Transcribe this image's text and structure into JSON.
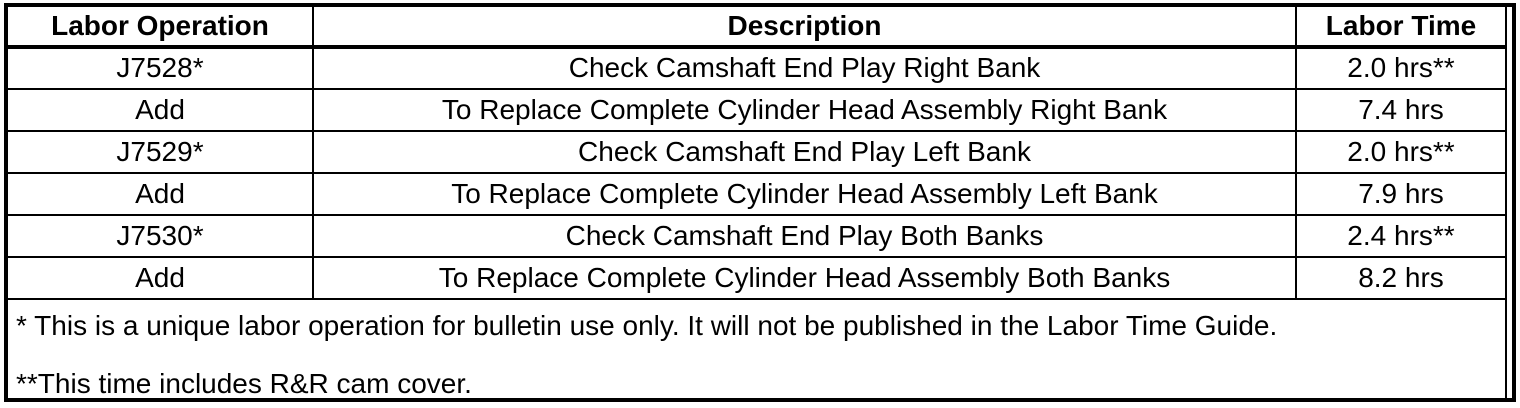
{
  "colors": {
    "border": "#000000",
    "background": "#ffffff",
    "text": "#000000"
  },
  "table": {
    "headers": {
      "labor_operation": "Labor Operation",
      "description": "Description",
      "labor_time": "Labor Time"
    },
    "rows": [
      {
        "labor_operation": "J7528*",
        "description": "Check Camshaft End Play Right Bank",
        "labor_time": "2.0 hrs**"
      },
      {
        "labor_operation": "Add",
        "description": "To Replace Complete Cylinder Head Assembly Right Bank",
        "labor_time": "7.4 hrs"
      },
      {
        "labor_operation": "J7529*",
        "description": "Check Camshaft End Play Left Bank",
        "labor_time": "2.0 hrs**"
      },
      {
        "labor_operation": "Add",
        "description": "To Replace Complete Cylinder Head Assembly Left Bank",
        "labor_time": "7.9 hrs"
      },
      {
        "labor_operation": "J7530*",
        "description": "Check Camshaft End Play Both Banks",
        "labor_time": "2.4 hrs**"
      },
      {
        "labor_operation": "Add",
        "description": "To Replace Complete Cylinder Head Assembly Both Banks",
        "labor_time": "8.2 hrs"
      }
    ],
    "footnotes": [
      "* This is a unique labor operation for bulletin use only. It will not be published in the Labor Time Guide.",
      "**This time includes R&R cam cover."
    ]
  }
}
